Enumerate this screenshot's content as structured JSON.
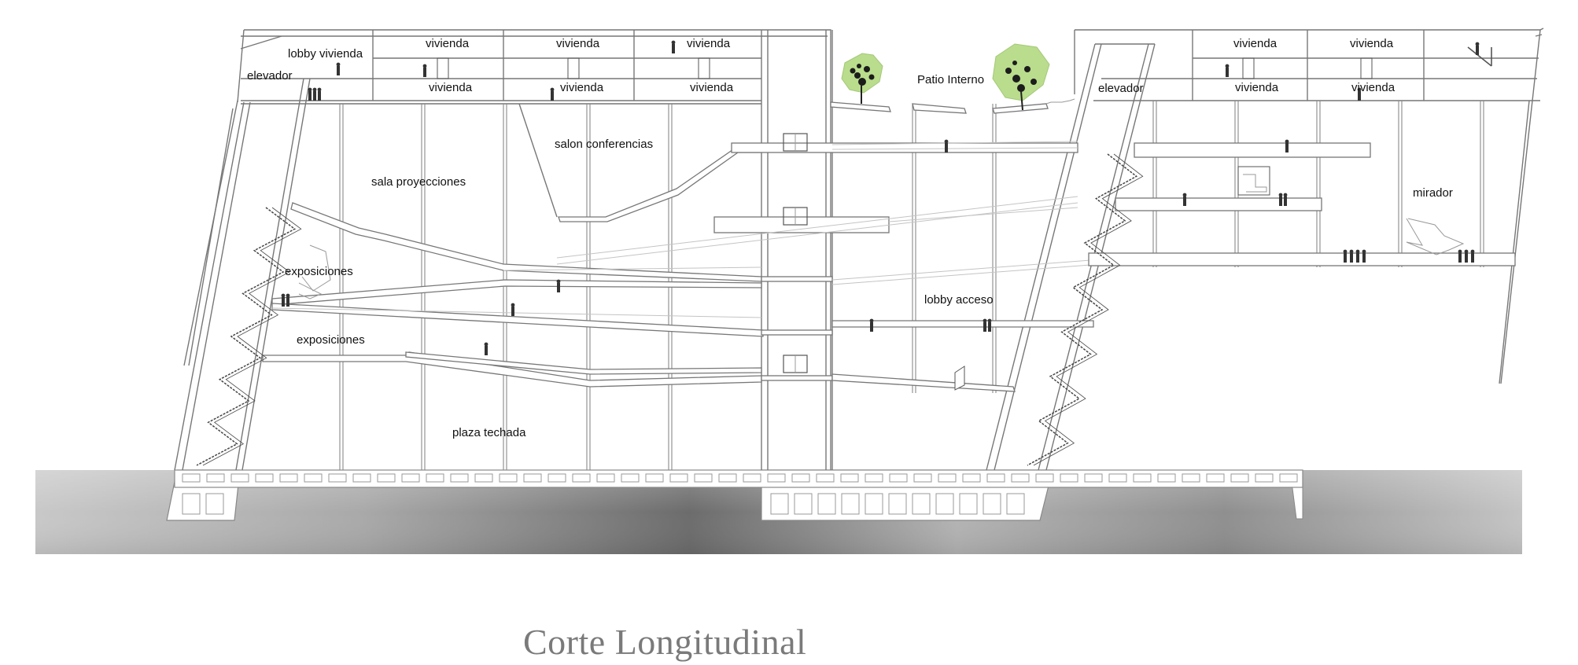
{
  "title": "Corte Longitudinal",
  "labels": {
    "lobby_vivienda": "lobby vivienda",
    "elevador_left": "elevador",
    "elevador_right": "elevador",
    "vivienda": "vivienda",
    "patio_interno": "Patio Interno",
    "salon_conferencias": "salon conferencias",
    "sala_proyecciones": "sala proyecciones",
    "exposiciones_upper": "exposiciones",
    "exposiciones_lower": "exposiciones",
    "lobby_acceso": "lobby acceso",
    "plaza_techada": "plaza techada",
    "mirador": "mirador"
  },
  "colors": {
    "ground_dark": "#6e6e6e",
    "ground_light": "#c6c6c6",
    "tree": "#b9dd8c",
    "title": "#7a7a7a"
  }
}
